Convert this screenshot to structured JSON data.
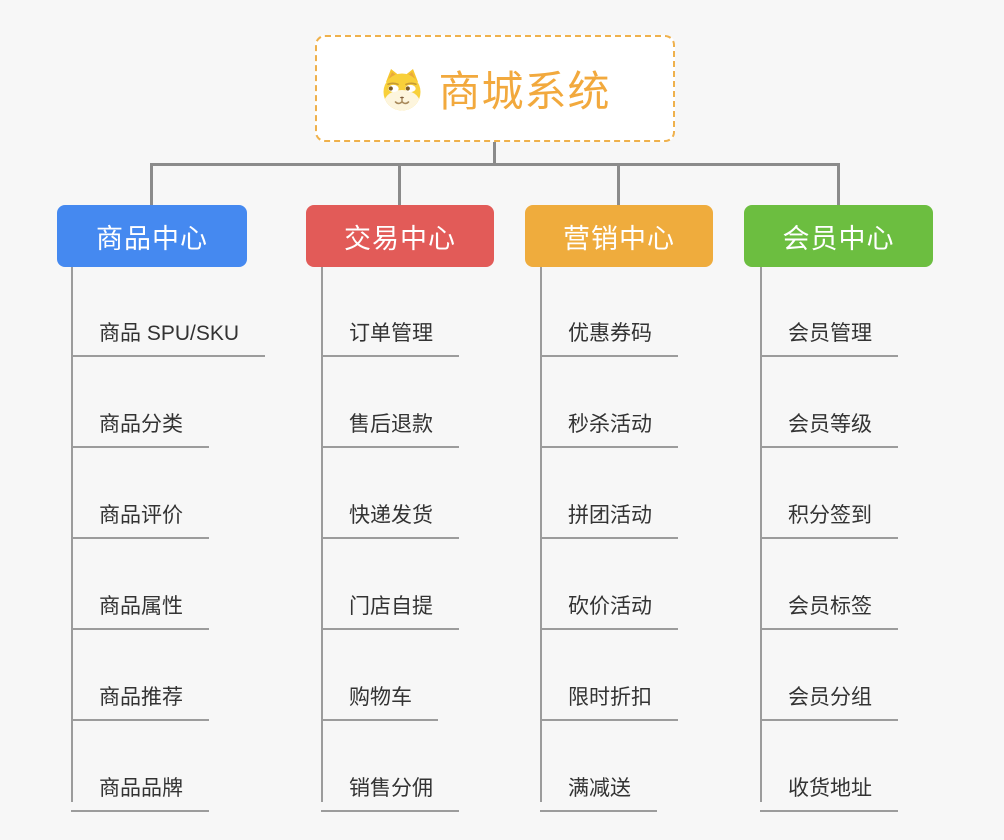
{
  "root": {
    "label": "商城系统",
    "icon": "doge-icon",
    "text_color": "#f2a93d",
    "border_color": "#efb14c"
  },
  "branches": [
    {
      "label": "商品中心",
      "color": "#4589F0",
      "children": [
        "商品 SPU/SKU",
        "商品分类",
        "商品评价",
        "商品属性",
        "商品推荐",
        "商品品牌"
      ]
    },
    {
      "label": "交易中心",
      "color": "#E25B58",
      "children": [
        "订单管理",
        "售后退款",
        "快递发货",
        "门店自提",
        "购物车",
        "销售分佣"
      ]
    },
    {
      "label": "营销中心",
      "color": "#EFAC3D",
      "children": [
        "优惠券码",
        "秒杀活动",
        "拼团活动",
        "砍价活动",
        "限时折扣",
        "满减送"
      ]
    },
    {
      "label": "会员中心",
      "color": "#6CBE40",
      "children": [
        "会员管理",
        "会员等级",
        "积分签到",
        "会员标签",
        "会员分组",
        "收货地址"
      ]
    }
  ],
  "connector_color": "#8b8b8b",
  "background_color": "#f7f7f7"
}
